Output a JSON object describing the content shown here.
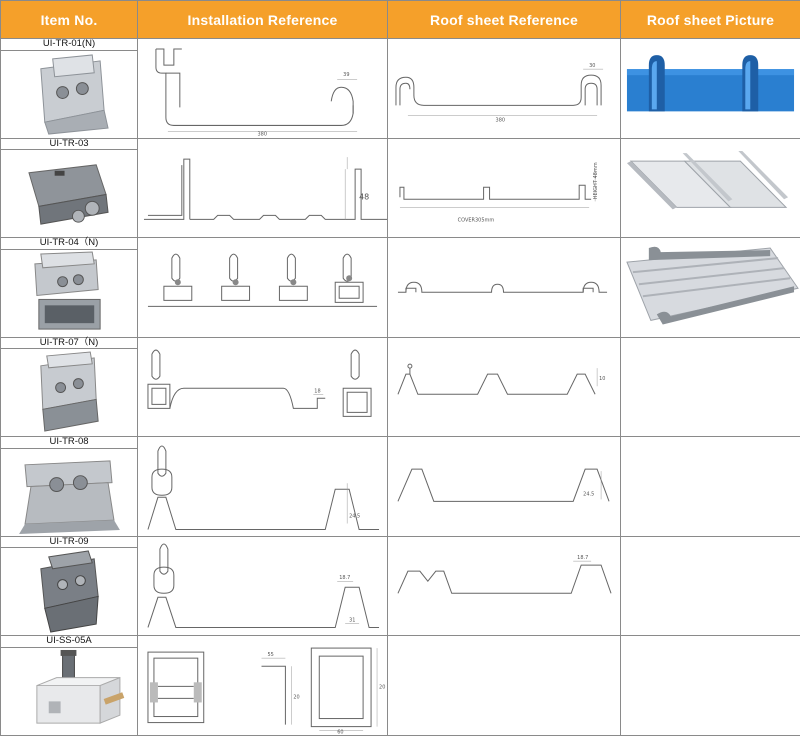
{
  "header": {
    "col_item": "Item No.",
    "col_install": "Installation Reference",
    "col_roof": "Roof sheet Reference",
    "col_picture": "Roof sheet Picture"
  },
  "items": [
    {
      "id": "UI-TR-01(N)"
    },
    {
      "id": "UI-TR-03"
    },
    {
      "id": "UI-TR-04（N)"
    },
    {
      "id": "UI-TR-07（N)"
    },
    {
      "id": "UI-TR-08"
    },
    {
      "id": "UI-TR-09"
    },
    {
      "id": "UI-SS-05A"
    }
  ],
  "drawings": {
    "r1_install_dims": [
      "39",
      "380"
    ],
    "r1_roof_dims": [
      "30",
      "380"
    ],
    "r2_install_dims": [
      "48"
    ],
    "r2_roof_dims": [
      "HEIGHT 48mm",
      "COVER305mm"
    ],
    "r4_install_dims": [
      "18"
    ],
    "r4_roof_dims": [
      "10"
    ],
    "r5_install_dims": [
      "24.5"
    ],
    "r5_roof_dims": [
      "24.5"
    ],
    "r6_install_dims": [
      "18.7",
      "31"
    ],
    "r6_roof_dims": [
      "18.7"
    ],
    "r7_install_dims": [
      "55",
      "20",
      "20",
      "60"
    ]
  },
  "colors": {
    "header_orange": "#f5a02a",
    "blue_sheet": "#2a7fd0",
    "silver": "#b9bdc2"
  }
}
